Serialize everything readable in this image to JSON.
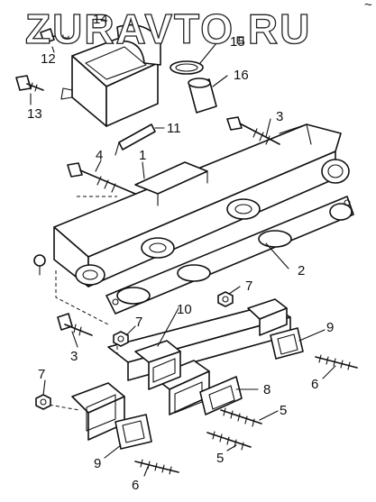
{
  "watermark": "ZURAVTO.RU",
  "corner_mark": "~",
  "callouts": {
    "c1": "1",
    "c2": "2",
    "c3a": "3",
    "c3b": "3",
    "c4": "4",
    "c5a": "5",
    "c5b": "5",
    "c6a": "6",
    "c6b": "6",
    "c7a": "7",
    "c7b": "7",
    "c7c": "7",
    "c8": "8",
    "c9a": "9",
    "c9b": "9",
    "c10": "10",
    "c11": "11",
    "c12": "12",
    "c13": "13",
    "c14": "14",
    "c15": "15",
    "c16": "16"
  }
}
